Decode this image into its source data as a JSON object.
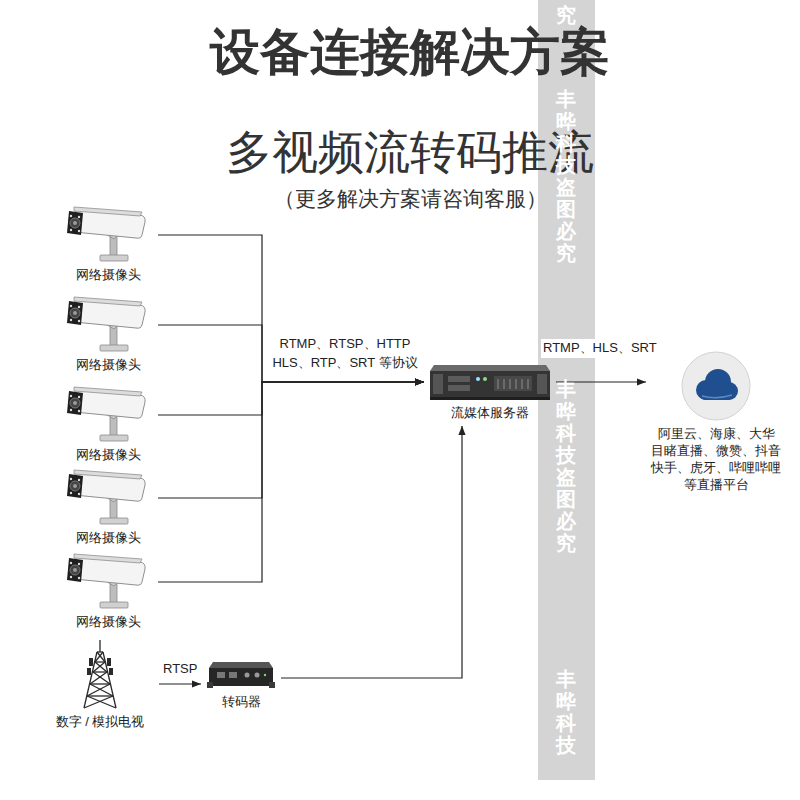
{
  "diagram": {
    "title": "设备连接解决方案",
    "nodes": [
      {
        "text": [
          "网络摄像头"
        ]
      },
      {
        "text": [
          "网络摄像头"
        ]
      },
      {
        "text": [
          "网络摄像头"
        ]
      },
      {
        "text": [
          "网络摄像头"
        ]
      },
      {
        "text": [
          "网络摄像头"
        ]
      },
      {
        "text": [
          "流媒体服务器"
        ]
      },
      {
        "text": [
          "阿里云、海康、大华 目睹直播、微赞、抖音 快手、虎牙、哔哩哔哩 等直播平台"
        ]
      },
      {
        "text": [
          "数字 / 模拟电视"
        ]
      },
      {
        "text": [
          "转码器"
        ]
      }
    ],
    "edges": [
      {
        "from": 0,
        "to": 5,
        "arrow": "to"
      },
      {
        "from": 1,
        "to": 5,
        "arrow": "to"
      },
      {
        "from": 2,
        "to": 5,
        "label": "RTMP、RTSP、HTTP HLS、RTP、SRT 等协议",
        "arrow": "to"
      },
      {
        "from": 3,
        "to": 5,
        "arrow": "to"
      },
      {
        "from": 4,
        "to": 5,
        "arrow": "to"
      },
      {
        "from": 7,
        "to": 8,
        "label": "RTSP",
        "arrow": "to"
      },
      {
        "from": 8,
        "to": 5,
        "arrow": "to"
      },
      {
        "from": 5,
        "to": 6,
        "label": "RTMP、HLS、SRT",
        "arrow": "to"
      }
    ],
    "labels": [
      "多视频流转码推流",
      "（更多解决方案请咨询客服）",
      "究",
      "丰晔科技 盗图必究",
      "丰晔科技 盗图必究",
      "丰晔科技"
    ]
  }
}
